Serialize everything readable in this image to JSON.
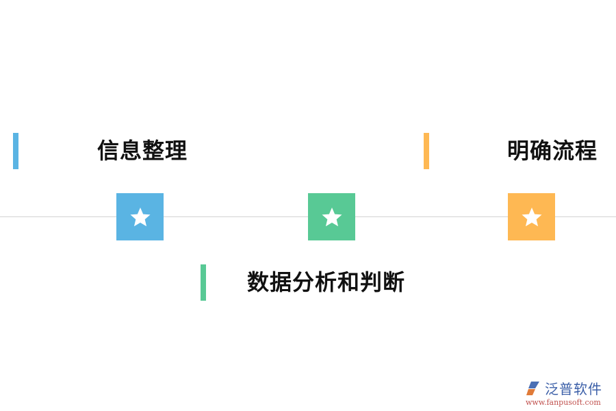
{
  "diagram": {
    "nodes": [
      {
        "label": "信息整理",
        "color": "#5ab4e3",
        "position": "top",
        "icon": "star-icon"
      },
      {
        "label": "数据分析和判断",
        "color": "#58c995",
        "position": "bottom",
        "icon": "star-icon"
      },
      {
        "label": "明确流程",
        "color": "#feb853",
        "position": "top",
        "icon": "star-icon"
      }
    ],
    "axis_color": "#d2d2d2"
  },
  "watermark": {
    "brand": "泛普软件",
    "url": "www.fanpusoft.com"
  }
}
